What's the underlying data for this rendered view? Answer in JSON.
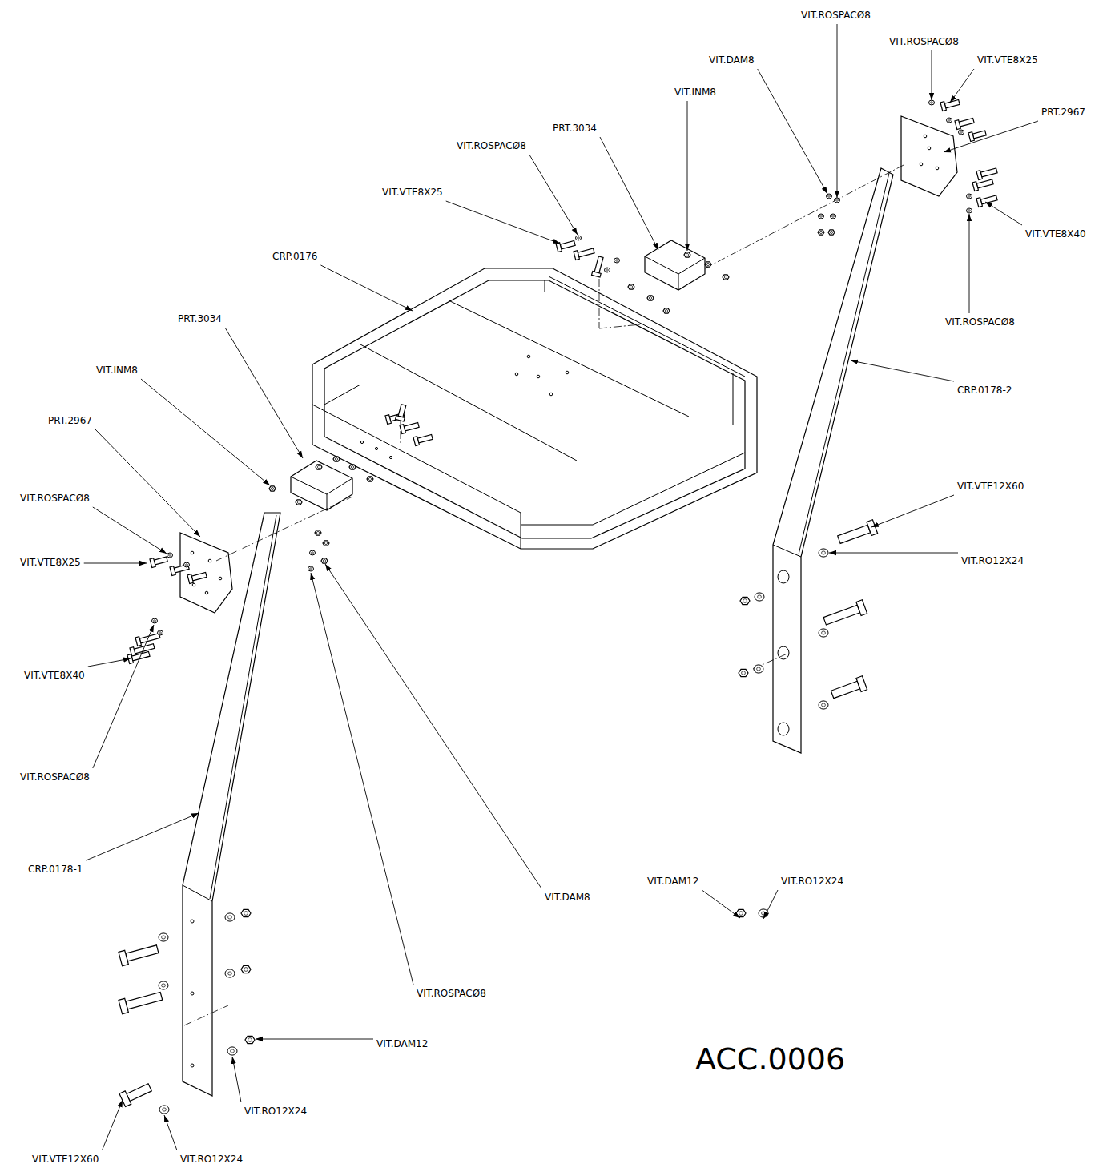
{
  "diagram": {
    "title": "ACC.0006",
    "labels": [
      "VIT.ROSPACØ8",
      "VIT.ROSPACØ8",
      "VIT.DAM8",
      "VIT.VTE8X25",
      "VIT.INM8",
      "PRT.2967",
      "PRT.3034",
      "VIT.ROSPACØ8",
      "VIT.VTE8X25",
      "VIT.VTE8X40",
      "CRP.0176",
      "VIT.ROSPACØ8",
      "PRT.3034",
      "VIT.INM8",
      "CRP.0178-2",
      "PRT.2967",
      "VIT.VTE12X60",
      "VIT.ROSPACØ8",
      "VIT.VTE8X25",
      "VIT.RO12X24",
      "VIT.VTE8X40",
      "VIT.ROSPACØ8",
      "CRP.0178-1",
      "VIT.DAM12",
      "VIT.RO12X24",
      "VIT.DAM8",
      "VIT.ROSPACØ8",
      "VIT.DAM12",
      "VIT.RO12X24",
      "VIT.VTE12X60",
      "VIT.RO12X24"
    ]
  }
}
